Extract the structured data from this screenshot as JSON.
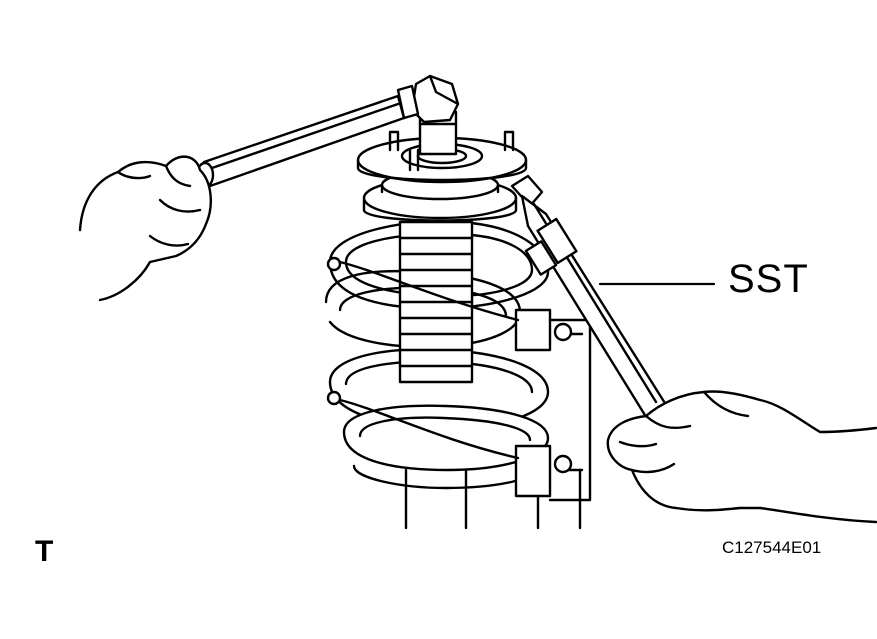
{
  "labels": {
    "tool_callout": "SST",
    "corner_mark": "T",
    "figure_code": "C127544E01"
  },
  "colors": {
    "line": "#000000",
    "background": "#ffffff"
  },
  "parts": [
    "hand-left",
    "torque-wrench",
    "socket",
    "upper-support",
    "coil-spring",
    "spring-compressor",
    "shock-absorber",
    "sst-holder",
    "hand-right"
  ]
}
